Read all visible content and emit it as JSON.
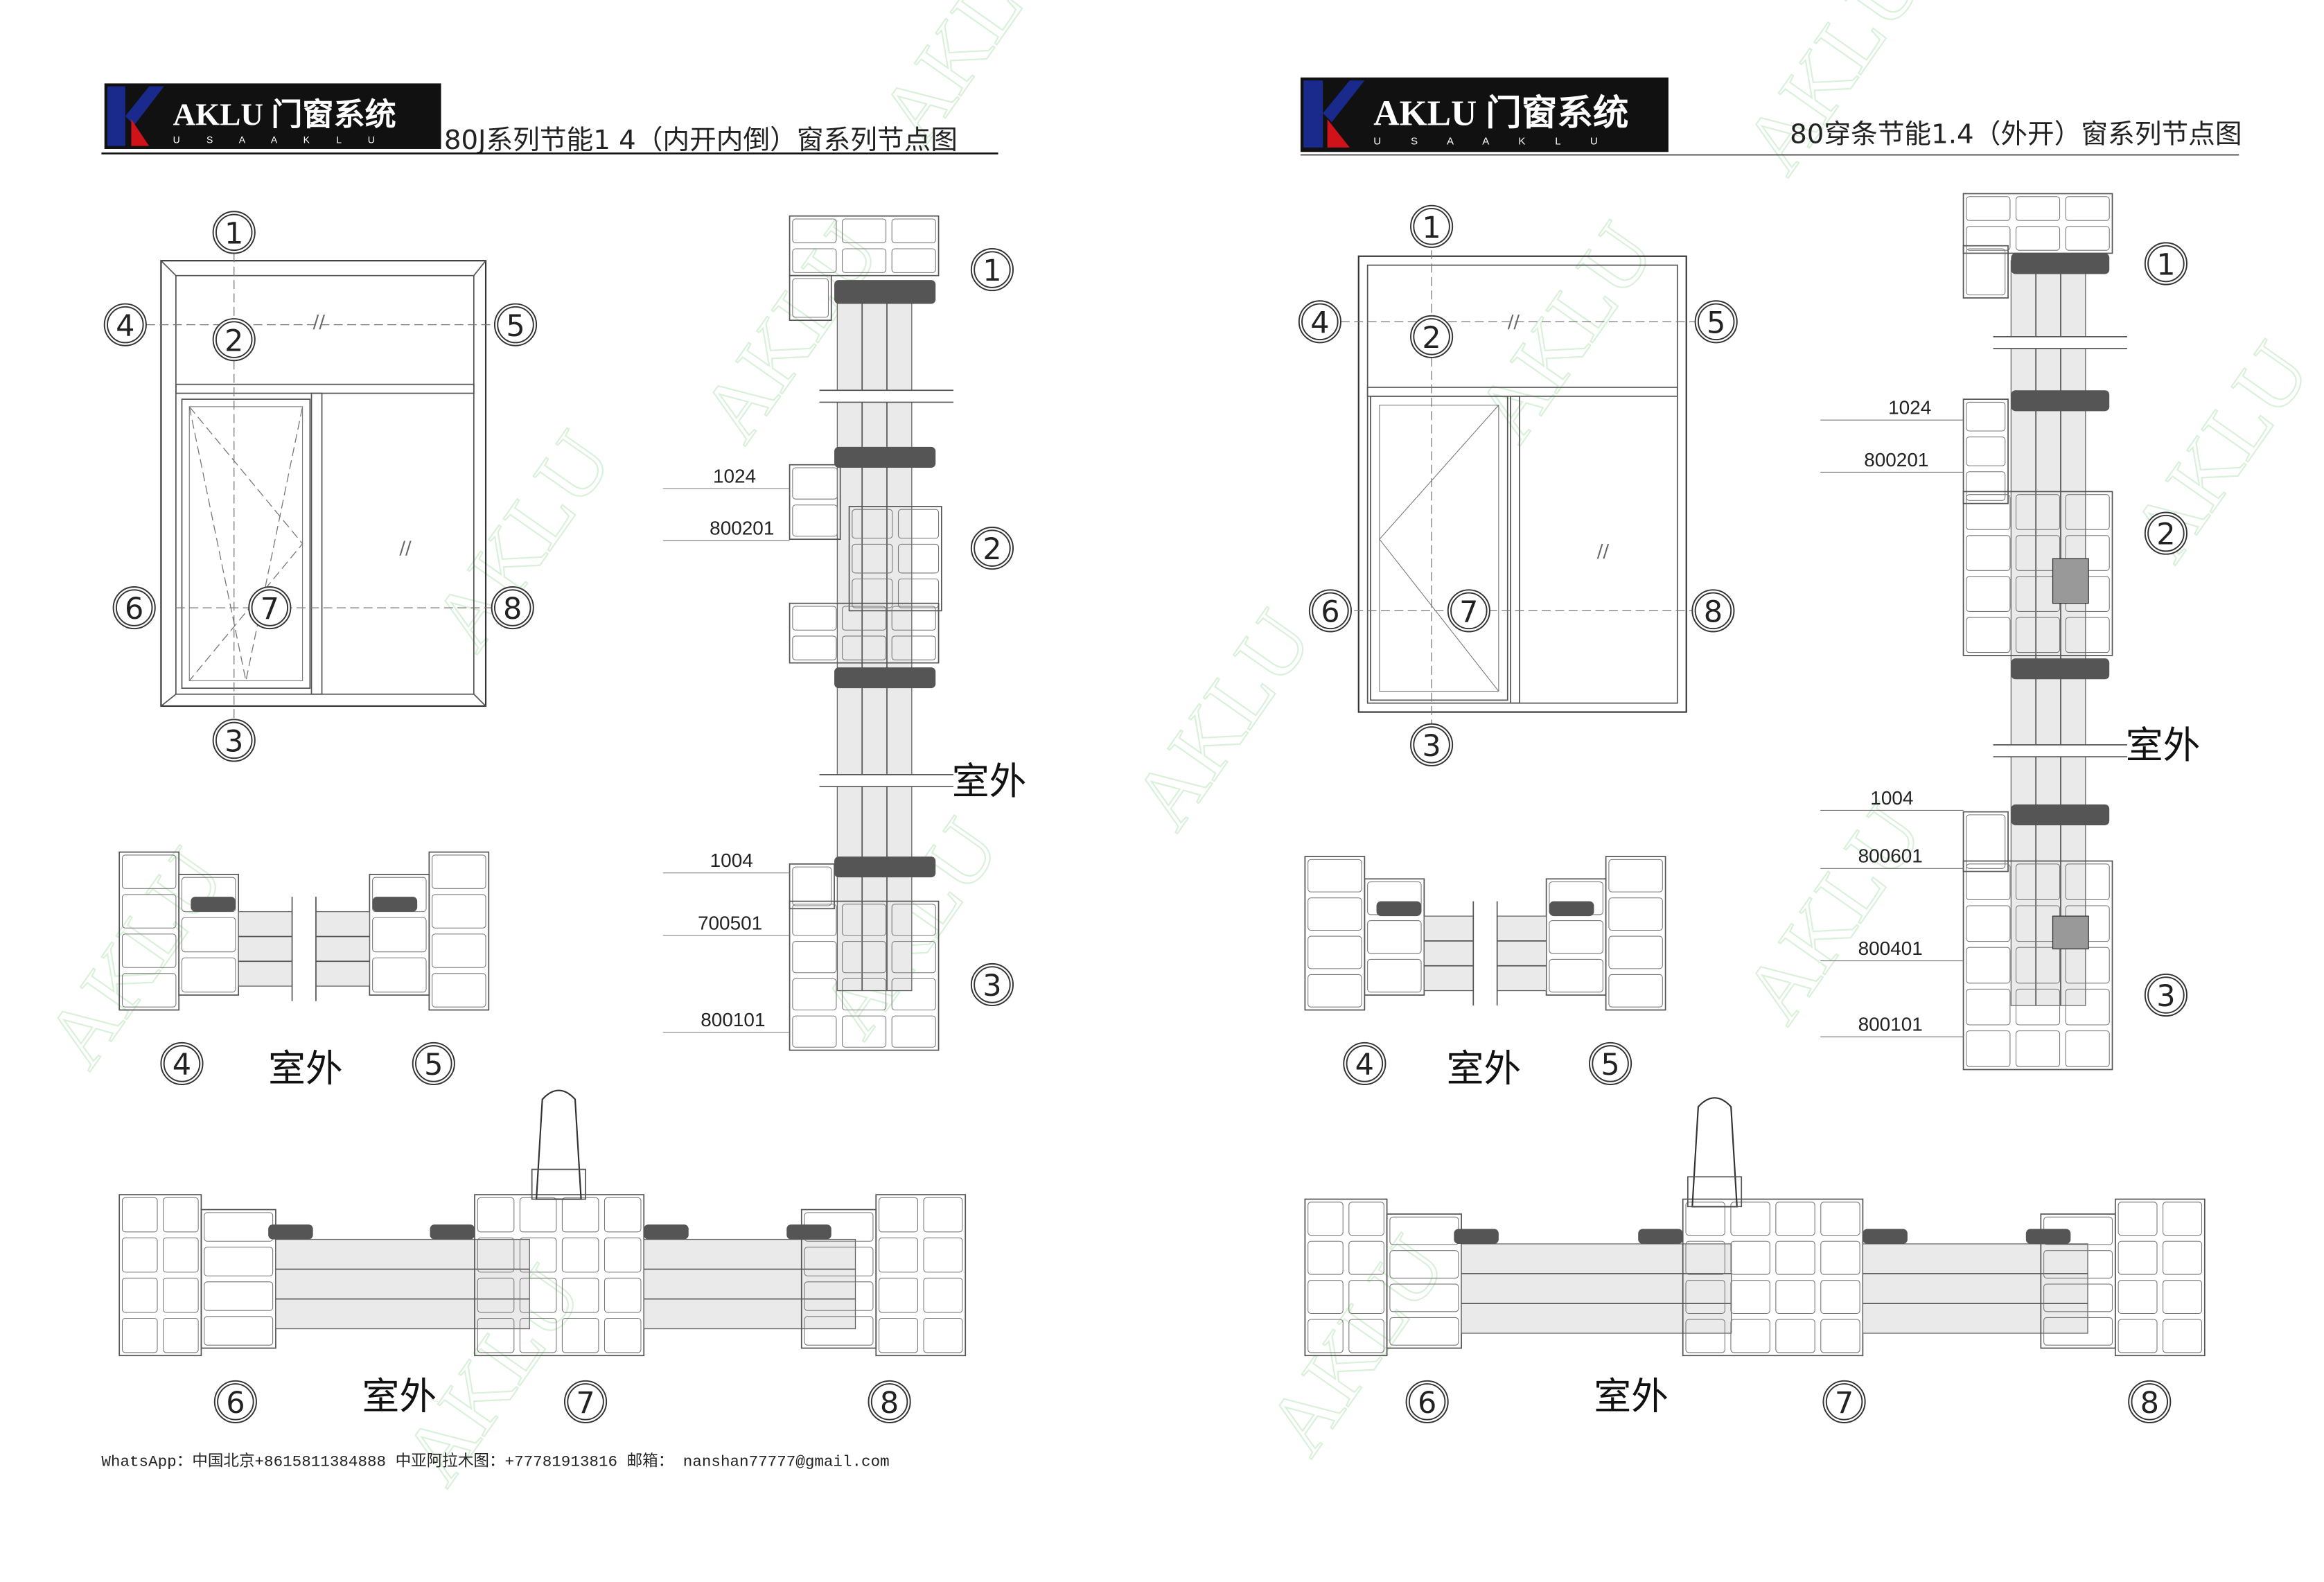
{
  "watermark": "AKLU",
  "logo": {
    "brand": "AKLU 门窗系统",
    "sub": "U S A   A K L U",
    "blue": "#1a2a8c",
    "red": "#d0121b"
  },
  "left": {
    "title": "80J系列节能1 4（内开内倒）窗系列节点图",
    "elevation_callouts": [
      "1",
      "2",
      "3",
      "4",
      "5",
      "6",
      "7",
      "8"
    ],
    "vertical_callouts": [
      "1",
      "2",
      "3"
    ],
    "outside_label": "室外",
    "parts": [
      "1024",
      "800201",
      "1004",
      "700501",
      "800101"
    ],
    "section45": {
      "left": "4",
      "right": "5",
      "label": "室外"
    },
    "section678": {
      "a": "6",
      "b": "7",
      "c": "8",
      "label": "室外"
    }
  },
  "right": {
    "title": "80穿条节能1.4（外开）窗系列节点图",
    "elevation_callouts": [
      "1",
      "2",
      "3",
      "4",
      "5",
      "6",
      "7",
      "8"
    ],
    "vertical_callouts": [
      "1",
      "2",
      "3"
    ],
    "outside_label": "室外",
    "parts": [
      "1024",
      "800201",
      "1004",
      "800601",
      "800401",
      "800101"
    ],
    "section45": {
      "left": "4",
      "right": "5",
      "label": "室外"
    },
    "section678": {
      "a": "6",
      "b": "7",
      "c": "8",
      "label": "室外"
    }
  },
  "footer": "WhatsApp：中国北京+8615811384888  中亚阿拉木图：+77781913816 邮箱： nanshan77777@gmail.com"
}
